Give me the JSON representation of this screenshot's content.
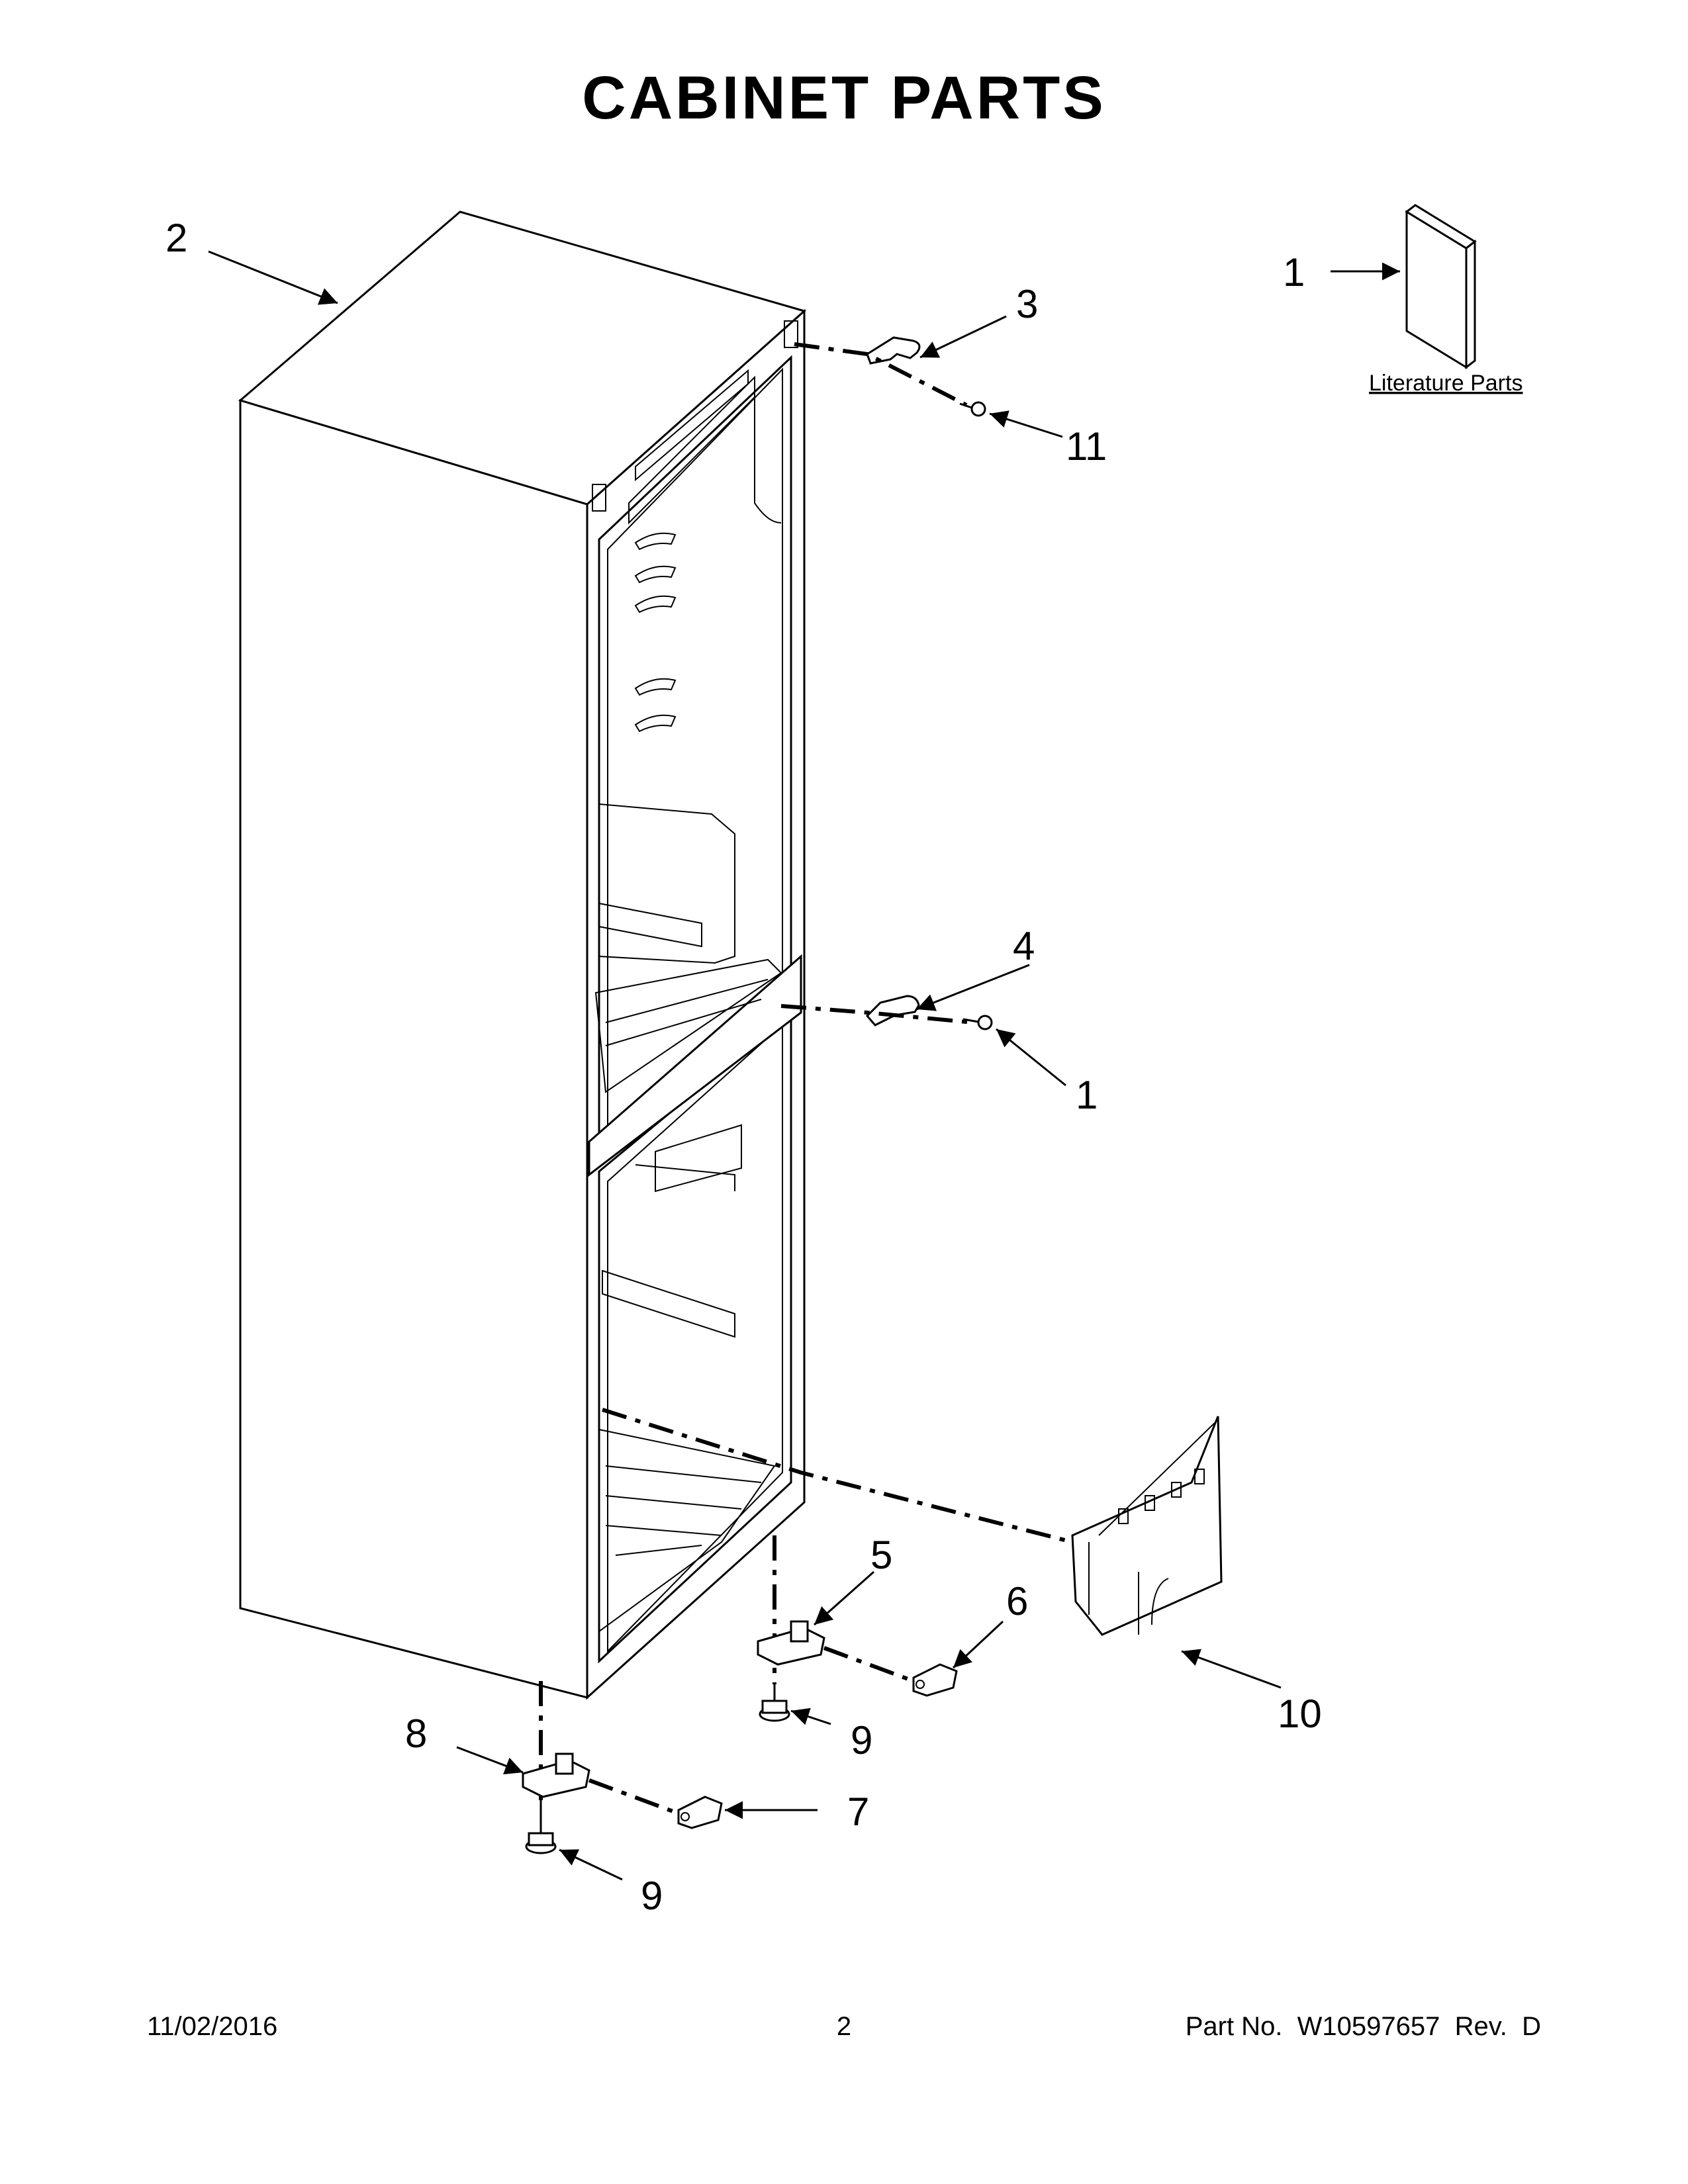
{
  "title": "CABINET PARTS",
  "literature_label": "Literature Parts",
  "callouts": {
    "c1_lit": "1",
    "c2": "2",
    "c3": "3",
    "c11": "11",
    "c4": "4",
    "c1_screw": "1",
    "c5": "5",
    "c6": "6",
    "c9_right": "9",
    "c10": "10",
    "c8": "8",
    "c7": "7",
    "c9_left": "9"
  },
  "footer": {
    "date": "11/02/2016",
    "page": "2",
    "part_number": "Part No.  W10597657  Rev.  D"
  }
}
